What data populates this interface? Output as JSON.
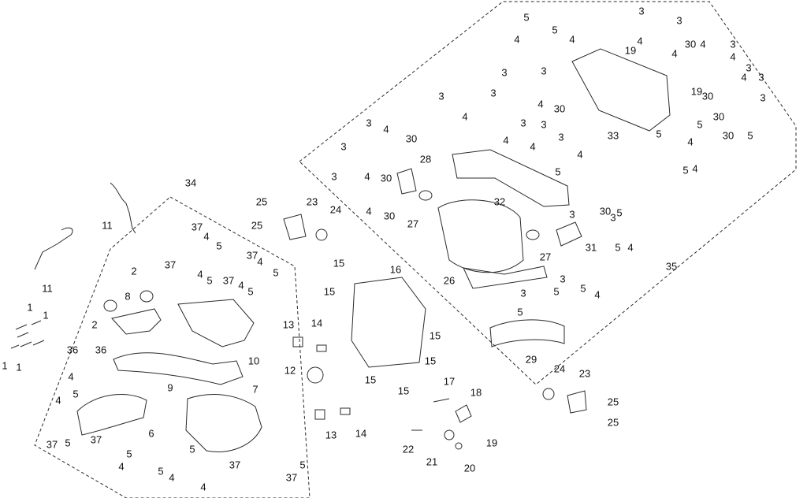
{
  "diagram": {
    "type": "exploded-parts-diagram",
    "colors": {
      "line": "#2b2b2b",
      "fill": "#ffffff",
      "shade": "#d9d9d9",
      "text": "#111111"
    },
    "groups": [
      {
        "id": "33",
        "label": "33",
        "style": "dashed-boundary"
      },
      {
        "id": "34",
        "label": "34",
        "style": "dashed-boundary"
      }
    ],
    "callouts": [
      "1",
      "1",
      "1",
      "1",
      "2",
      "2",
      "4",
      "5",
      "36",
      "36",
      "37",
      "37",
      "37",
      "37",
      "37",
      "37",
      "37",
      "37",
      "4",
      "5",
      "4",
      "5",
      "4",
      "5",
      "4",
      "5",
      "4",
      "5",
      "4",
      "5",
      "4",
      "5",
      "4",
      "5",
      "5",
      "6",
      "7",
      "8",
      "9",
      "10",
      "11",
      "11",
      "12",
      "13",
      "13",
      "14",
      "14",
      "15",
      "15",
      "15",
      "15",
      "15",
      "15",
      "16",
      "17",
      "18",
      "19",
      "20",
      "21",
      "22",
      "23",
      "23",
      "24",
      "24",
      "25",
      "25",
      "25",
      "25",
      "26",
      "27",
      "27",
      "28",
      "29",
      "30",
      "30",
      "30",
      "30",
      "30",
      "30",
      "30",
      "30",
      "30",
      "31",
      "32",
      "33",
      "34",
      "35",
      "3",
      "3",
      "3",
      "3",
      "3",
      "3",
      "3",
      "3",
      "3",
      "3",
      "3",
      "3",
      "3",
      "3",
      "3",
      "3",
      "3",
      "3",
      "3",
      "3",
      "4",
      "4",
      "4",
      "4",
      "4",
      "4",
      "4",
      "4",
      "4",
      "4",
      "4",
      "4",
      "4",
      "4",
      "4",
      "4",
      "4",
      "4",
      "4",
      "5",
      "5",
      "5",
      "5",
      "5",
      "5",
      "5",
      "5",
      "5",
      "5",
      "5",
      "5",
      "19",
      "19"
    ]
  }
}
